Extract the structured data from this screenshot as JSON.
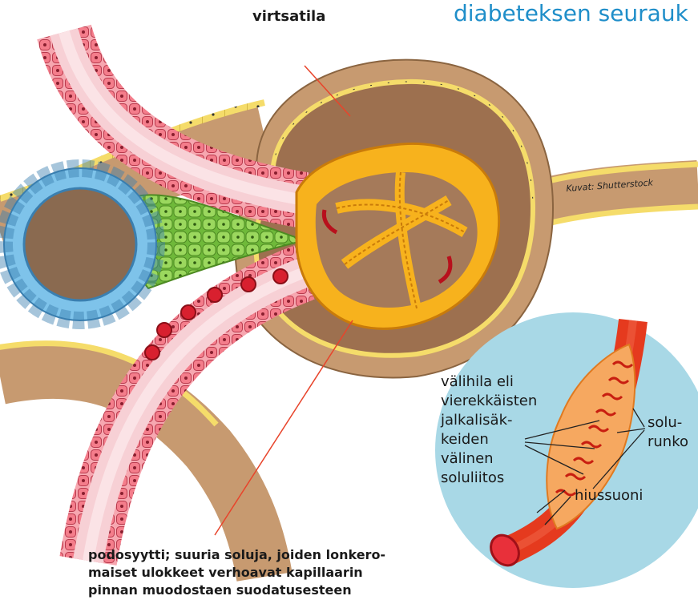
{
  "title": "diabeteksen seurauk",
  "labels": {
    "urine_space": "virtsatila",
    "credit": "Kuvat: Shutterstock",
    "podocyte": [
      "podosyytti; suuria soluja, joiden lonkero-",
      "maiset ulokkeet verhoavat kapillaarin",
      "pinnan muodostaen suodatusesteen"
    ],
    "slit_diaphragm": [
      "välihila eli",
      "vierekkäisten",
      "jalkalisäk-",
      "keiden",
      "välinen",
      "soluliitos"
    ],
    "cell_body": [
      "solu-",
      "runko"
    ],
    "capillary": "hiussuoni"
  },
  "colors": {
    "title": "#1f8ec9",
    "capsule": "#c79a70",
    "glomerulus": "#f7b21d",
    "vessel_pink": "#f7c6cc",
    "cell_green": "#8fd14f",
    "cell_blue": "#7ec3ea",
    "inset_bg": "#a8d8e6",
    "capillary_red": "#e53a1e",
    "pointer_line": "#e8442b"
  }
}
